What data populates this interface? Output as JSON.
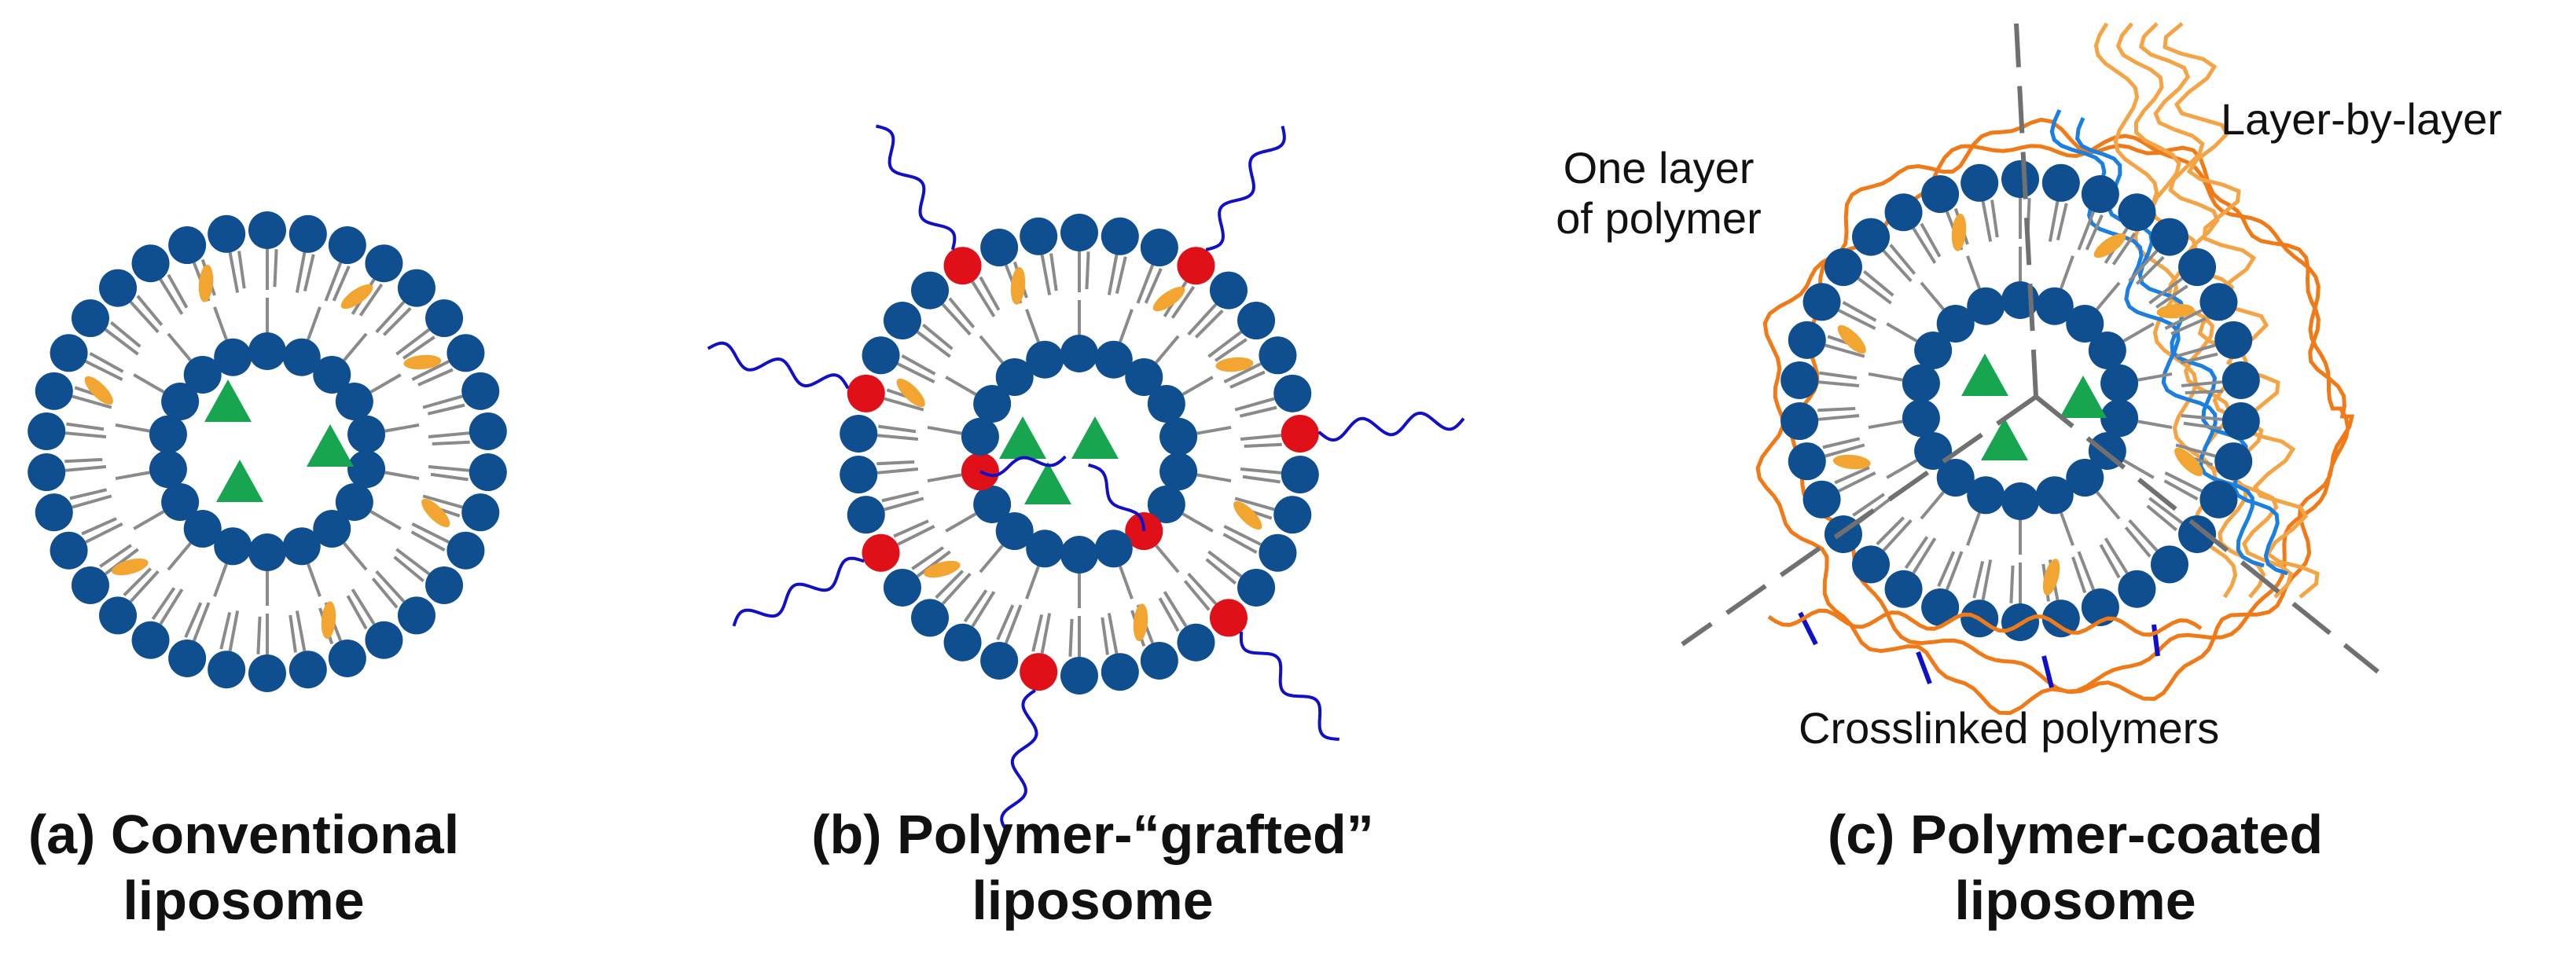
{
  "panels": [
    {
      "id": "a",
      "caption_line1": "(a) Conventional",
      "caption_line2": "liposome"
    },
    {
      "id": "b",
      "caption_line1": "(b) Polymer-“grafted”",
      "caption_line2": "liposome"
    },
    {
      "id": "c",
      "caption_line1": "(c) Polymer-coated",
      "caption_line2": "liposome"
    }
  ],
  "annotations": {
    "one_layer_line1": "One layer",
    "one_layer_line2": "of polymer",
    "layer_by_layer": "Layer-by-layer",
    "crosslinked": "Crosslinked polymers"
  },
  "colors": {
    "lipid_head": "#0f4f8f",
    "lipid_tail": "#8a8a8a",
    "cholesterol": "#f2a531",
    "drug": "#17a550",
    "grafted_head": "#e01018",
    "grafted_chain": "#1010c8",
    "polymer_orange": "#f07a18",
    "polymer_light_orange": "#f5a445",
    "polymer_blue": "#1a7fe0",
    "crosslink": "#1010c8",
    "divider": "#707070"
  }
}
